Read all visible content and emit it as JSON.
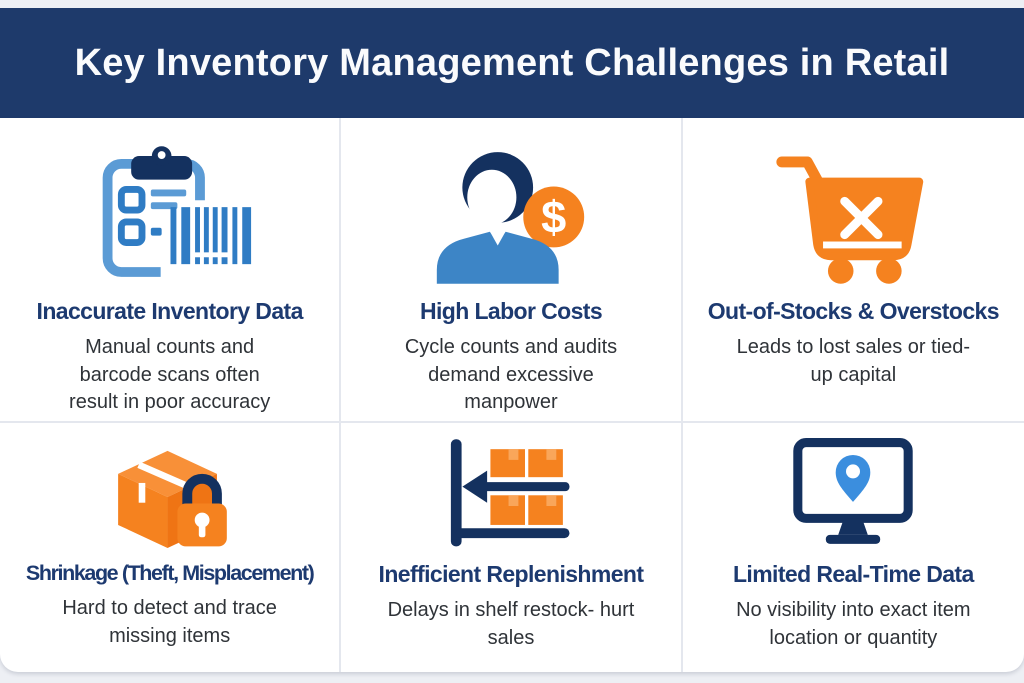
{
  "header": {
    "title": "Key Inventory Management Challenges in Retail"
  },
  "cards": [
    {
      "icon": "clipboard-barcode-icon",
      "title": "Inaccurate Inventory Data",
      "description": "Manual counts and barcode scans often result in poor accuracy"
    },
    {
      "icon": "person-dollar-icon",
      "title": "High Labor Costs",
      "description": "Cycle counts and audits demand excessive manpower"
    },
    {
      "icon": "cart-x-icon",
      "title": "Out-of-Stocks & Overstocks",
      "description": "Leads to lost sales or tied-up capital"
    },
    {
      "icon": "box-lock-icon",
      "title": "Shrinkage (Theft, Misplacement)",
      "description": "Hard to detect and trace missing items"
    },
    {
      "icon": "shelf-arrow-icon",
      "title": "Inefficient Replenishment",
      "description": "Delays in shelf restock- hurt sales"
    },
    {
      "icon": "monitor-pin-icon",
      "title": "Limited Real-Time Data",
      "description": "No visibility into exact item location or quantity"
    }
  ],
  "icon_symbols": {
    "coin_dollar": "$"
  },
  "colors": {
    "banner_navy": "#1e3a6b",
    "title_navy": "#1d3a70",
    "body_text": "#2f3338",
    "icon_navy": "#14315f",
    "icon_blue": "#3d85c6",
    "icon_light_blue": "#5b9bd5",
    "icon_barcode_blue": "#2f7cc4",
    "icon_pin_blue": "#3b8ede",
    "icon_orange": "#f5821f",
    "icon_orange_light": "#f9a65a",
    "divider": "#e4e7ee",
    "page_background": "#edeff4",
    "card_background": "#ffffff"
  }
}
